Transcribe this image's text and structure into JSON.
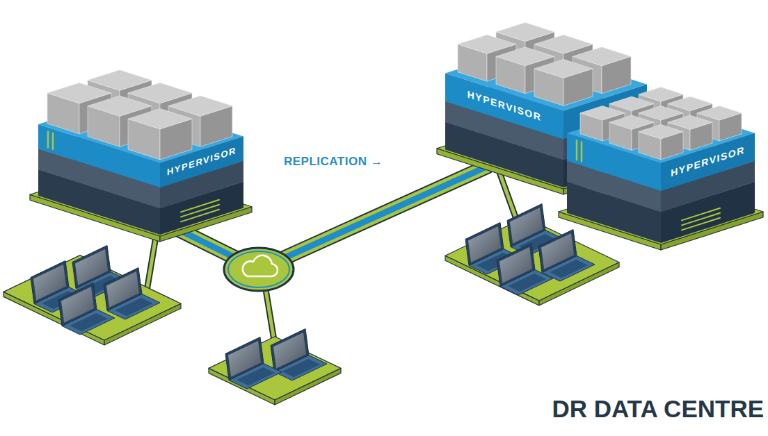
{
  "diagram": {
    "nodes": [
      {
        "text": [
          "HYPERVISOR"
        ]
      },
      {
        "text": [
          "HYPERVISOR"
        ]
      },
      {
        "text": [
          "HYPERVISOR"
        ]
      }
    ],
    "edges": [
      {
        "from": 0,
        "to": 1,
        "arrow": "none",
        "label": "REPLICATION →"
      }
    ],
    "labels": [
      "DR DATA CENTRE"
    ]
  }
}
